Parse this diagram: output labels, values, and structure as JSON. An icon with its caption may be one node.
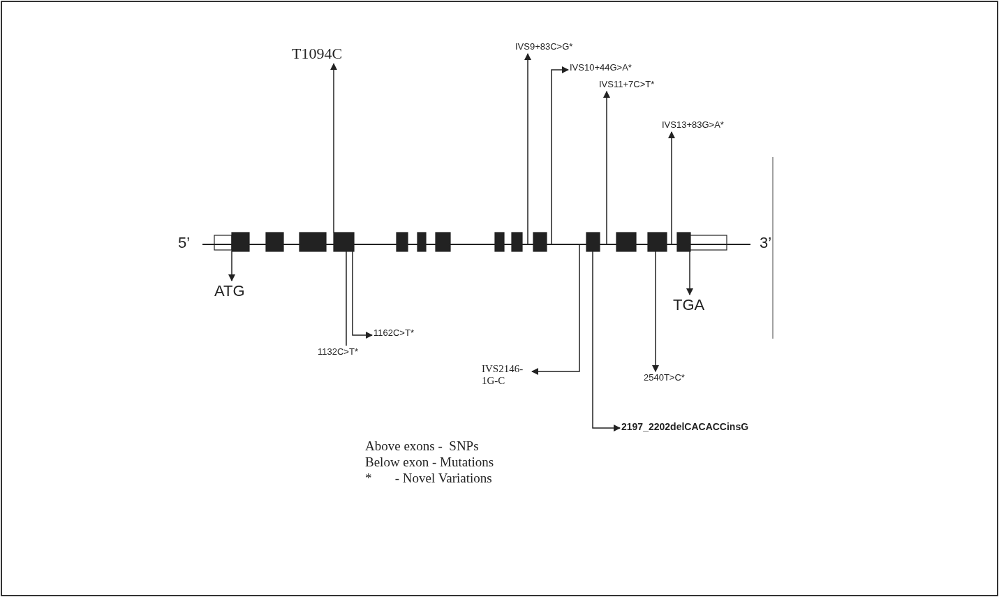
{
  "diagram": {
    "nodes": [
      {
        "text": [],
        "shape": "box"
      },
      {
        "text": [],
        "shape": "box"
      },
      {
        "text": [],
        "shape": "box"
      },
      {
        "text": [],
        "shape": "box"
      },
      {
        "text": [],
        "shape": "box"
      },
      {
        "text": [],
        "shape": "box"
      },
      {
        "text": [],
        "shape": "box"
      },
      {
        "text": [],
        "shape": "box"
      },
      {
        "text": [],
        "shape": "box"
      },
      {
        "text": [],
        "shape": "box"
      },
      {
        "text": [],
        "shape": "box"
      },
      {
        "text": [],
        "shape": "box"
      },
      {
        "text": [],
        "shape": "box"
      },
      {
        "text": [],
        "shape": "box"
      },
      {
        "text": [],
        "shape": "box"
      },
      {
        "text": [],
        "shape": "box"
      },
      {
        "text": [
          "T1094C"
        ]
      },
      {
        "text": [
          "IVS9+83C>G*"
        ]
      },
      {
        "text": [
          "IVS10+44G>A*"
        ]
      },
      {
        "text": [
          "IVS11+7C>T*"
        ]
      },
      {
        "text": [
          "IVS13+83G>A*"
        ]
      },
      {
        "text": [
          "ATG"
        ]
      },
      {
        "text": [
          "TGA"
        ]
      },
      {
        "text": [
          "1162C>T*"
        ]
      },
      {
        "text": [
          "1132C>T*"
        ]
      },
      {
        "text": [
          "IVS2146- 1G-C"
        ]
      },
      {
        "text": [
          "2540T>C*"
        ]
      },
      {
        "text": [
          "2197_2202delCACACCinsG"
        ]
      },
      {
        "text": [],
        "shape": "line"
      }
    ],
    "edges": [
      {
        "from": 1,
        "to": 21,
        "arrow": "to"
      },
      {
        "from": 4,
        "to": 16,
        "arrow": "to"
      },
      {
        "from": 28,
        "to": 17,
        "arrow": "to"
      },
      {
        "from": 28,
        "to": 18,
        "arrow": "to"
      },
      {
        "from": 28,
        "to": 19,
        "arrow": "to"
      },
      {
        "from": 28,
        "to": 20,
        "arrow": "to"
      },
      {
        "from": 14,
        "to": 22,
        "arrow": "to"
      },
      {
        "from": 4,
        "to": 23,
        "arrow": "to"
      },
      {
        "from": 4,
        "to": 24,
        "arrow": "none"
      },
      {
        "from": 28,
        "to": 25,
        "arrow": "to"
      },
      {
        "from": 13,
        "to": 26,
        "arrow": "to"
      },
      {
        "from": 11,
        "to": 27,
        "arrow": "to"
      }
    ],
    "labels": [
      "5’",
      "3’",
      "Above exons -  SNPs",
      "Below exon - Mutations",
      "*       - Novel Variations"
    ]
  }
}
